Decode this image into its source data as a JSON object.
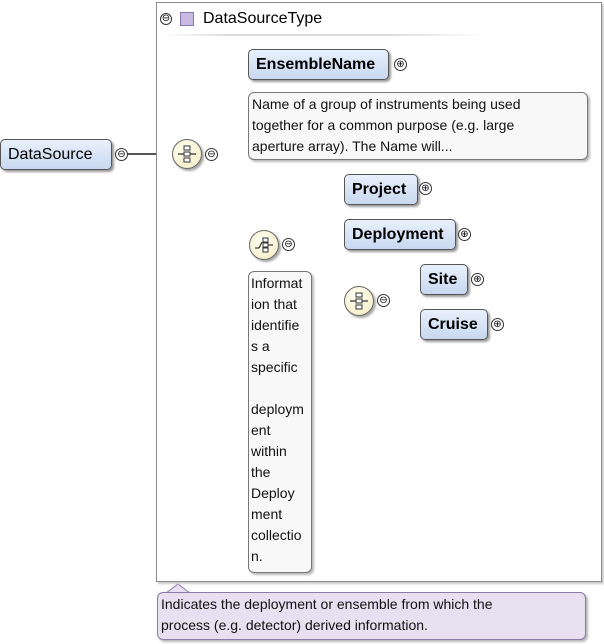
{
  "complex_type": {
    "name": "DataSourceType",
    "annotation": [
      "Indicates the deployment or ensemble from which the",
      "process (e.g. detector) derived information."
    ]
  },
  "root_element": {
    "name": "DataSource"
  },
  "elements": {
    "ensemble_name": {
      "name": "EnsembleName",
      "annotation": [
        "Name of a group of instruments being used",
        "together for a common purpose (e.g. large",
        "aperture array). The Name will..."
      ]
    },
    "choice_annotation": [
      "Informat",
      "ion that",
      "identifie",
      "s a",
      "specific",
      "",
      "deploym",
      "ent",
      "within",
      "the",
      "Deploy",
      "ment",
      "collectio",
      "n."
    ],
    "project": {
      "name": "Project"
    },
    "deployment": {
      "name": "Deployment"
    },
    "site": {
      "name": "Site"
    },
    "cruise": {
      "name": "Cruise"
    }
  },
  "symbols": {
    "collapse": "⊖",
    "expand": "⊕"
  },
  "colors": {
    "element_fill_top": "#e8f0fb",
    "element_fill_bottom": "#c8d8f0",
    "compositor_fill": "#f3ebc0",
    "type_annotation_fill": "#e6e0f0",
    "connector": "#555555"
  }
}
